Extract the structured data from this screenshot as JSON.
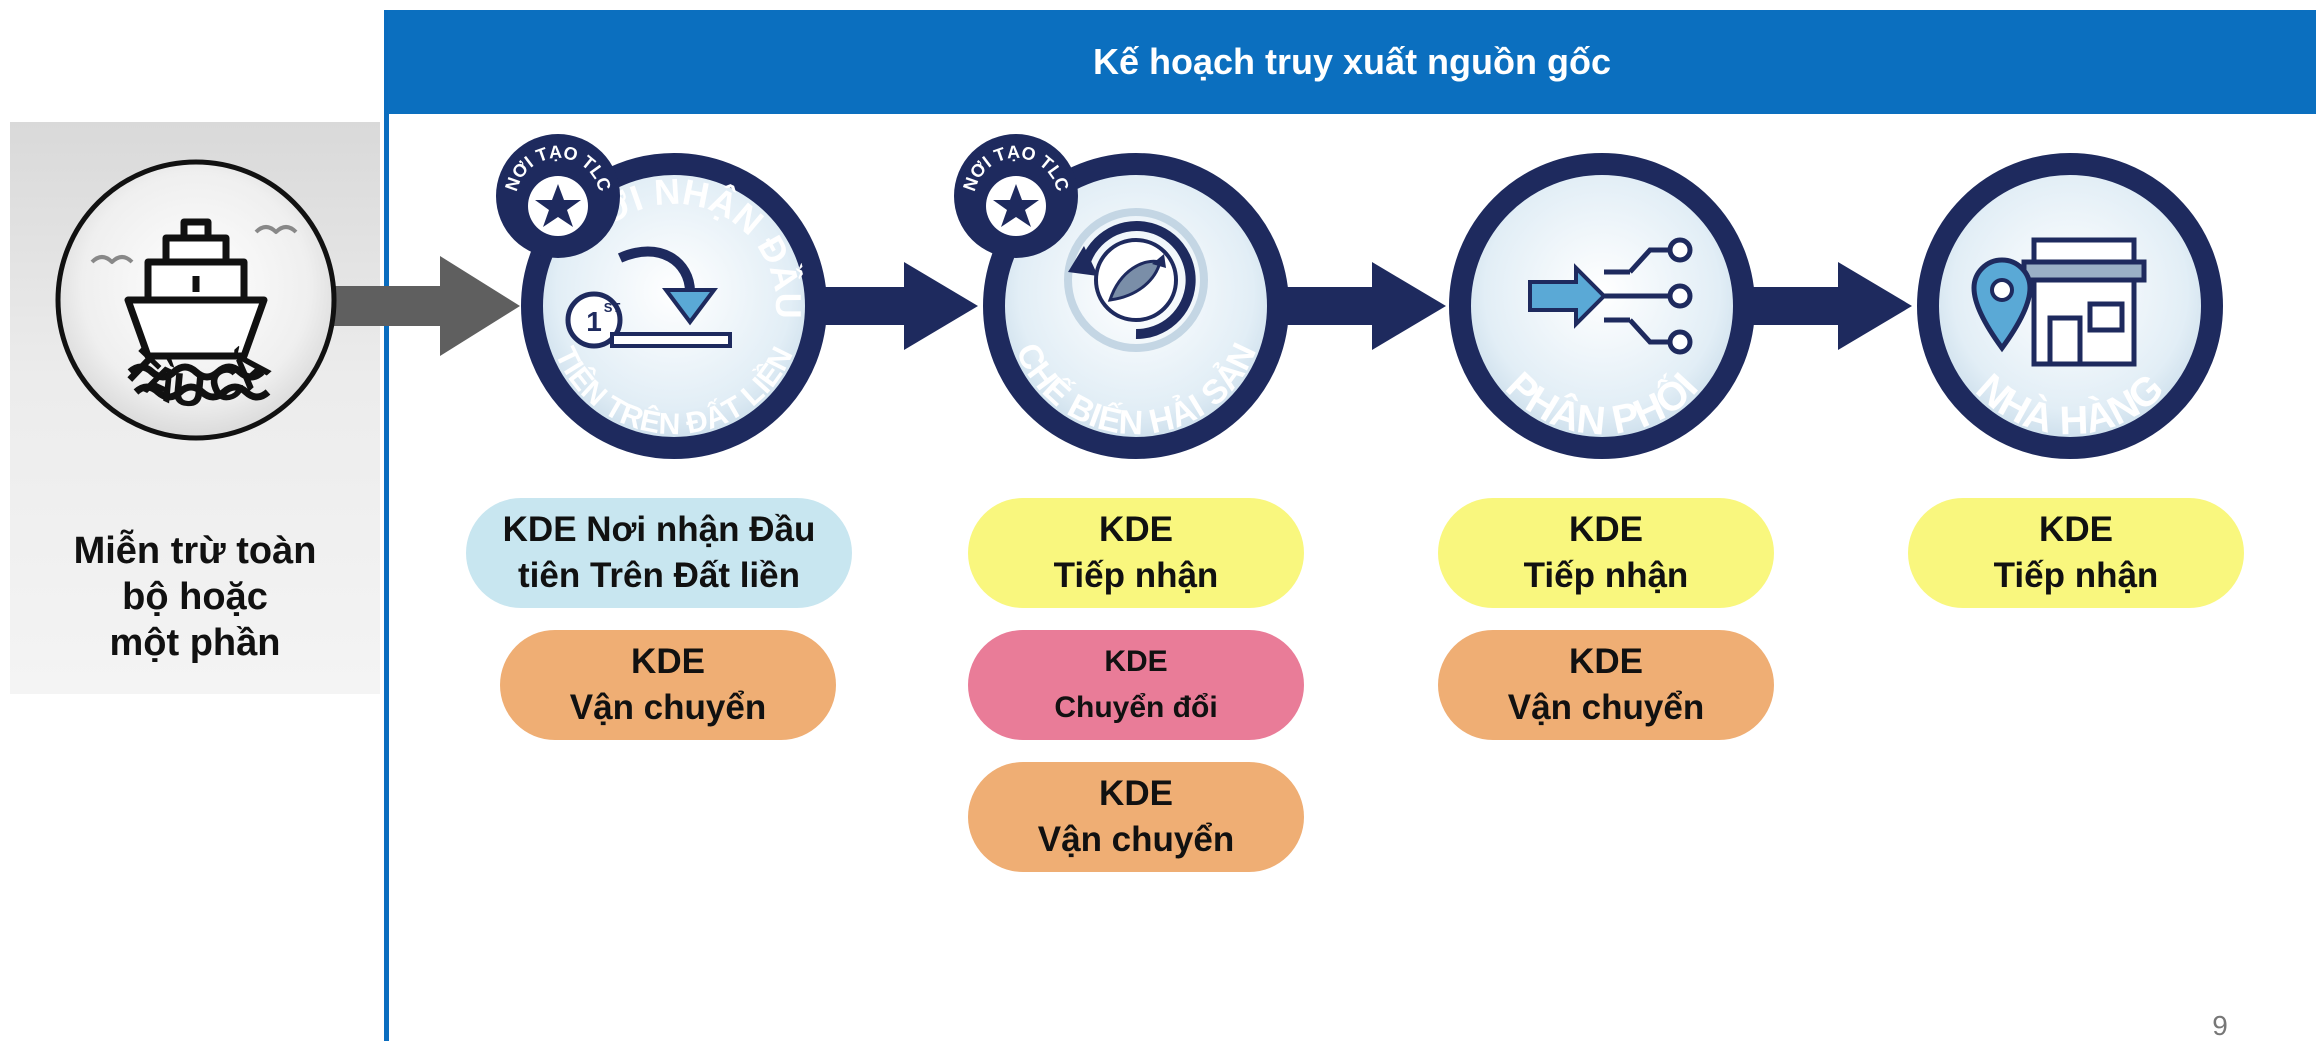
{
  "header": {
    "title": "Kế hoạch truy xuất nguồn gốc",
    "color": "#0b6fbf"
  },
  "left": {
    "label": "Miễn trừ toàn\nbộ hoặc\nmột phần"
  },
  "nodes": [
    {
      "top": "TÀU CÁ",
      "icon": "fishing-boat-icon"
    },
    {
      "top": "NƠI NHẬN ĐẦU",
      "bottom": "TIÊN TRÊN ĐẤT LIỀN",
      "badge": "NƠI TẠO TLC",
      "ordinal": "1",
      "ordinal_sup": "ST",
      "icon": "first-receiver-icon"
    },
    {
      "bottom": "CHẾ BIẾN HẢI SẢN",
      "badge": "NƠI TẠO TLC",
      "icon": "seafood-processing-icon"
    },
    {
      "bottom": "PHÂN PHỐI",
      "icon": "distribution-icon"
    },
    {
      "bottom": "NHÀ HÀNG",
      "icon": "restaurant-icon"
    }
  ],
  "columns": [
    {
      "pills": [
        {
          "line1": "KDE Nơi nhận Đầu",
          "line2": "tiên Trên Đất liền",
          "color": "#c8e6f0"
        },
        {
          "line1": "KDE",
          "line2": "Vận chuyển",
          "color": "#efae74"
        }
      ]
    },
    {
      "pills": [
        {
          "line1": "KDE",
          "line2": "Tiếp nhận",
          "color": "#f9f77e"
        },
        {
          "line1": "KDE",
          "line2": "Chuyển đổi",
          "color": "#e97c98"
        },
        {
          "line1": "KDE",
          "line2": "Vận chuyển",
          "color": "#efae74"
        }
      ]
    },
    {
      "pills": [
        {
          "line1": "KDE",
          "line2": "Tiếp nhận",
          "color": "#f9f77e"
        },
        {
          "line1": "KDE",
          "line2": "Vận chuyển",
          "color": "#efae74"
        }
      ]
    },
    {
      "pills": [
        {
          "line1": "KDE",
          "line2": "Tiếp nhận",
          "color": "#f9f77e"
        }
      ]
    }
  ],
  "page_number": "9",
  "colors": {
    "navy": "#1e2a5e",
    "arrow_gray": "#5f5f5f",
    "light_blue": "#c8e6f0"
  }
}
